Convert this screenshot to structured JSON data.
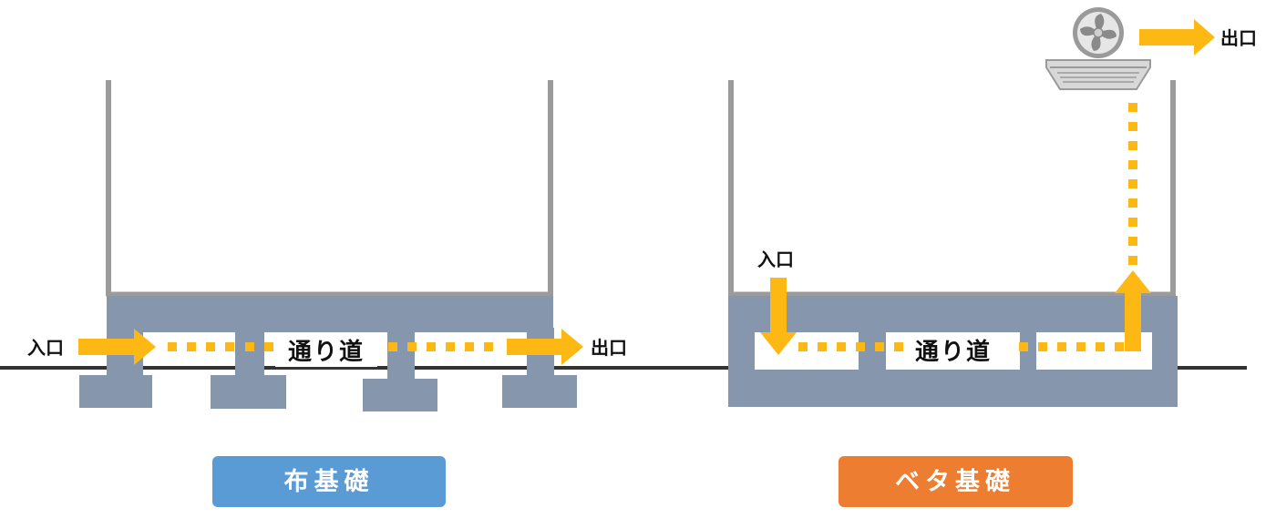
{
  "colors": {
    "concrete": "#8596ad",
    "wall": "#9b9b9b",
    "ground": "#333333",
    "arrow": "#fdb813",
    "nunokiso_badge": "#5b9bd5",
    "beta_badge": "#ed7d31"
  },
  "left": {
    "entrance": "入口",
    "exit": "出口",
    "passage": "通り道",
    "badge": "布基礎"
  },
  "right": {
    "entrance": "入口",
    "exit": "出口",
    "passage": "通り道",
    "badge": "ベタ基礎",
    "fan_icon": "ventilation-fan-icon"
  }
}
